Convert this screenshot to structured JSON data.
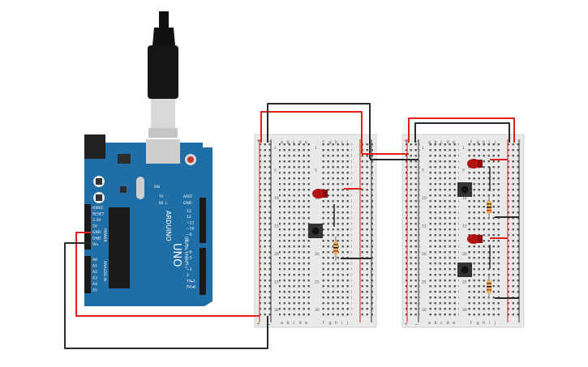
{
  "arduino": {
    "brand": "ARDUINO",
    "model": "UNO",
    "digital_label": "DIGITAL (PWM ~)",
    "analog_label": "ANALOG IN",
    "power_label": "POWER",
    "on_label": "ON",
    "tx_label": "TX",
    "rx_label": "RX",
    "l_label": "L",
    "aref": "AREF",
    "gnd": "GND",
    "power_pins": [
      "IOREF",
      "RESET",
      "3.3V",
      "5V",
      "GND",
      "GND",
      "Vin"
    ],
    "analog_pins": [
      "A0",
      "A1",
      "A2",
      "A3",
      "A4",
      "A5"
    ],
    "digital_pins": [
      "13",
      "12",
      "~11",
      "~10",
      "~9",
      "8",
      "7",
      "~6",
      "~5",
      "4",
      "~3",
      "2",
      "TX▸1",
      "RX◂0"
    ]
  },
  "breadboard": {
    "columns_left": [
      "a",
      "b",
      "c",
      "d",
      "e"
    ],
    "columns_right": [
      "f",
      "g",
      "h",
      "i",
      "j"
    ],
    "row_numbers": [
      "1",
      "5",
      "10",
      "15",
      "20",
      "25",
      "30"
    ],
    "plus": "+",
    "minus": "−"
  },
  "colors": {
    "board": "#1e6fa5",
    "wire_red": "#e0201b",
    "wire_black": "#2a2a2a",
    "led": "#b31212",
    "resistor": "#e8b25a",
    "breadboard": "#e8e8e8"
  }
}
